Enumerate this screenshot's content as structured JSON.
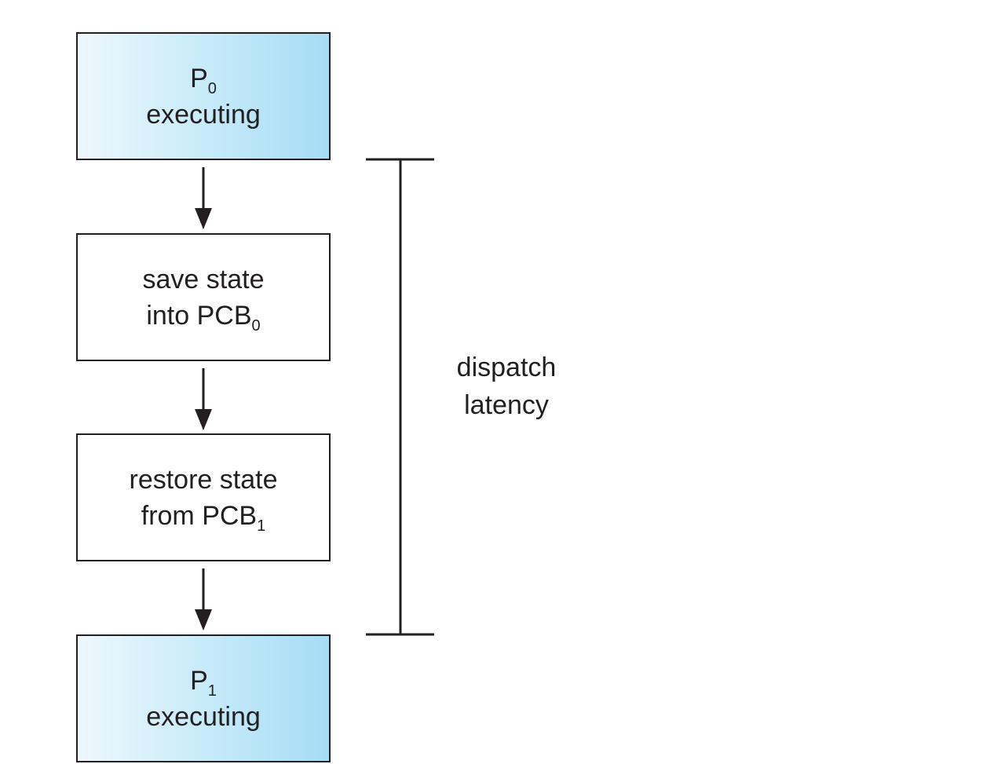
{
  "diagram": {
    "nodes": [
      {
        "id": "p0",
        "main": "P",
        "sub": "0",
        "line2": "executing",
        "line2_sub": ""
      },
      {
        "id": "save",
        "main": "save state",
        "sub": "",
        "line2": "into PCB",
        "line2_sub": "0"
      },
      {
        "id": "restore",
        "main": "restore state",
        "sub": "",
        "line2": "from PCB",
        "line2_sub": "1"
      },
      {
        "id": "p1",
        "main": "P",
        "sub": "1",
        "line2": "executing",
        "line2_sub": ""
      }
    ],
    "edges": [
      {
        "from": "p0",
        "to": "save"
      },
      {
        "from": "save",
        "to": "restore"
      },
      {
        "from": "restore",
        "to": "p1"
      }
    ],
    "bracket": {
      "line1": "dispatch",
      "line2": "latency"
    },
    "colors": {
      "stroke": "#231f20",
      "executing_fill_light": "#eef8fd",
      "executing_fill_dark": "#a6dcf5"
    }
  }
}
